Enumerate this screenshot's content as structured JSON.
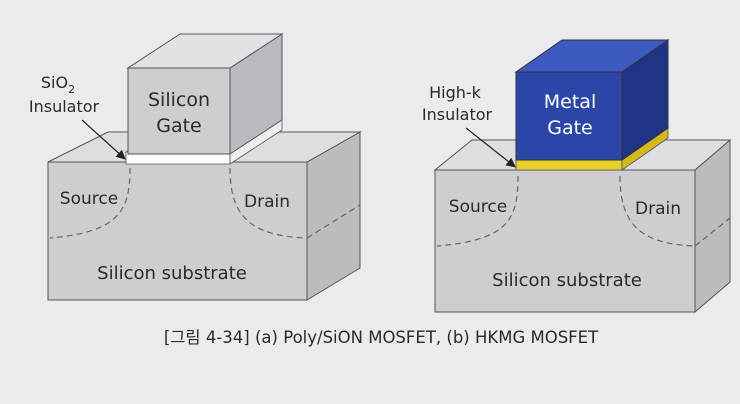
{
  "diagram_a": {
    "gate_line1": "Silicon",
    "gate_line2": "Gate",
    "insulator_label_line1": "SiO",
    "insulator_label_sub": "2",
    "insulator_label_line2": "Insulator",
    "source": "Source",
    "drain": "Drain",
    "substrate": "Silicon substrate"
  },
  "diagram_b": {
    "gate_line1": "Metal",
    "gate_line2": "Gate",
    "insulator_label_line1": "High-k",
    "insulator_label_line2": "Insulator",
    "source": "Source",
    "drain": "Drain",
    "substrate": "Silicon substrate"
  },
  "caption": "[그림 4-34] (a) Poly/SiON MOSFET, (b) HKMG MOSFET",
  "colors": {
    "background": "#e9ebef",
    "substrate_front": "#cfcdd2",
    "substrate_top": "#dedde1",
    "substrate_side": "#bdbbc0",
    "poly_gate_front": "#cfcdd2",
    "poly_gate_top": "#e2e1e5",
    "poly_gate_side": "#bcbac0",
    "metal_gate_front": "#2c46a8",
    "metal_gate_top": "#3d5ac2",
    "metal_gate_side": "#1f3487",
    "high_k": "#e8cf2a",
    "sio2": "#ffffff",
    "text": "#2a2a2a"
  }
}
